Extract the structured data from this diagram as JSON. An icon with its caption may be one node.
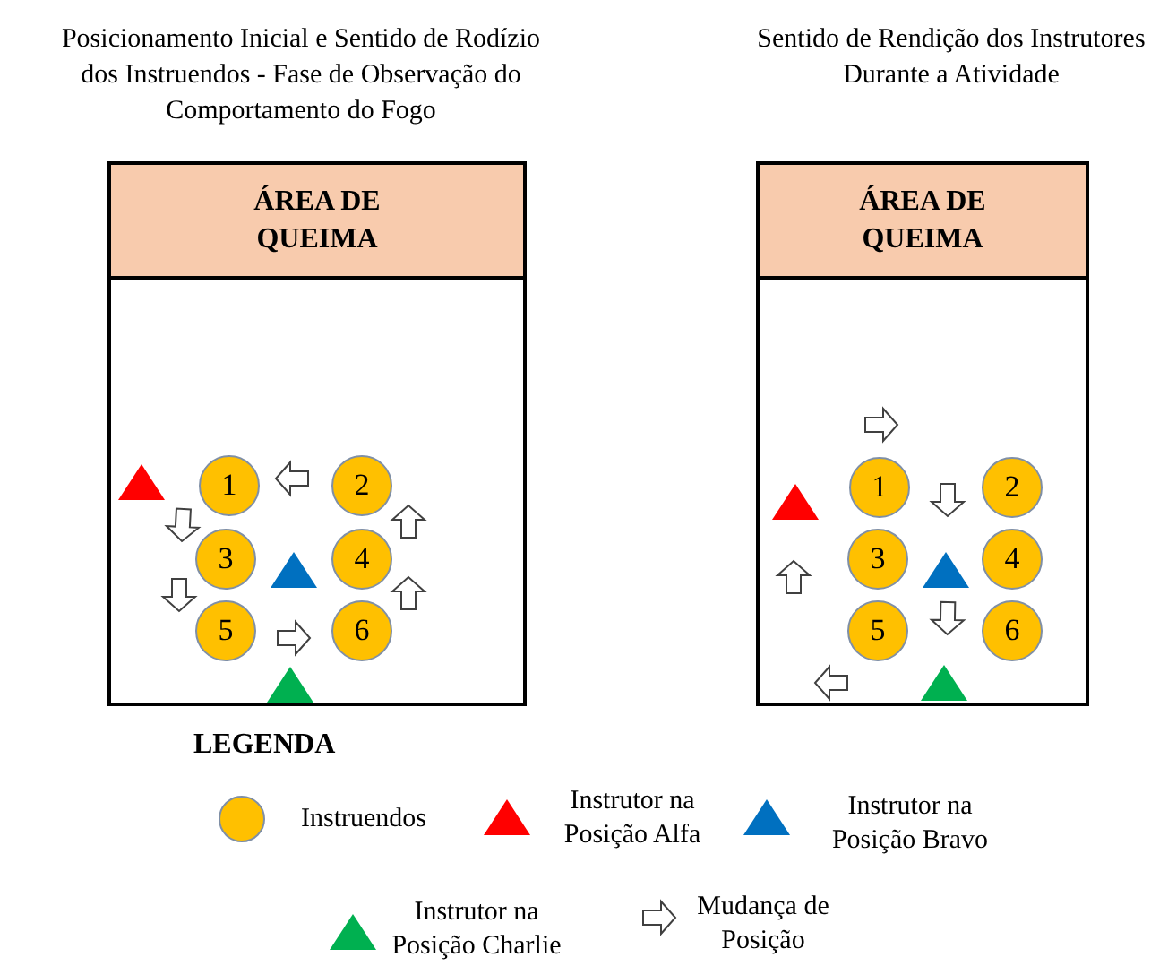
{
  "diagram": {
    "nodes": [
      {
        "text": [
          "ÁREA DE QUEIMA"
        ]
      },
      {
        "text": [],
        "shape": "box"
      },
      {
        "text": [
          "1"
        ],
        "in": 1
      },
      {
        "text": [
          "2"
        ],
        "in": 1
      },
      {
        "text": [
          "3"
        ],
        "in": 1
      },
      {
        "text": [
          "4"
        ],
        "in": 1
      },
      {
        "text": [
          "5"
        ],
        "in": 1
      },
      {
        "text": [
          "6"
        ],
        "in": 1
      },
      {
        "text": [],
        "shape": "triangle",
        "in": 1
      },
      {
        "text": [],
        "shape": "triangle",
        "in": 1
      },
      {
        "text": [],
        "shape": "triangle",
        "in": 1
      },
      {
        "text": [
          "ÁREA DE QUEIMA"
        ]
      },
      {
        "text": [],
        "shape": "box"
      },
      {
        "text": [
          "1"
        ],
        "in": 12
      },
      {
        "text": [
          "2"
        ],
        "in": 12
      },
      {
        "text": [
          "3"
        ],
        "in": 12
      },
      {
        "text": [
          "4"
        ],
        "in": 12
      },
      {
        "text": [
          "5"
        ],
        "in": 12
      },
      {
        "text": [
          "6"
        ],
        "in": 12
      },
      {
        "text": [],
        "shape": "triangle",
        "in": 12
      },
      {
        "text": [],
        "shape": "triangle",
        "in": 12
      },
      {
        "text": [],
        "shape": "triangle",
        "in": 12
      }
    ],
    "edges": [
      {
        "from": 3,
        "to": 2,
        "arrow": "to"
      },
      {
        "from": 2,
        "to": 4,
        "arrow": "to"
      },
      {
        "from": 4,
        "to": 6,
        "arrow": "to"
      },
      {
        "from": 6,
        "to": 7,
        "arrow": "to"
      },
      {
        "from": 7,
        "to": 5,
        "arrow": "to"
      },
      {
        "from": 5,
        "to": 3,
        "arrow": "to"
      },
      {
        "from": 20,
        "to": 21,
        "arrow": "to"
      }
    ],
    "labels": [
      "Posicionamento Inicial e Sentido de Rodízio dos Instruendos - Fase de Observação do Comportamento do Fogo",
      "Sentido de Rendição dos Instrutores Durante a Atividade",
      "LEGENDA"
    ],
    "legend": [
      {
        "text": "Instruendos",
        "color": "#ffc000"
      },
      {
        "text": "Instrutor na Posição Alfa",
        "color": "#ff0000"
      },
      {
        "text": "Instrutor na Posição Bravo",
        "color": "#0070c0"
      },
      {
        "text": "Instrutor na Posição Charlie",
        "color": "#00b050"
      },
      {
        "text": "Mudança de Posição"
      }
    ]
  }
}
